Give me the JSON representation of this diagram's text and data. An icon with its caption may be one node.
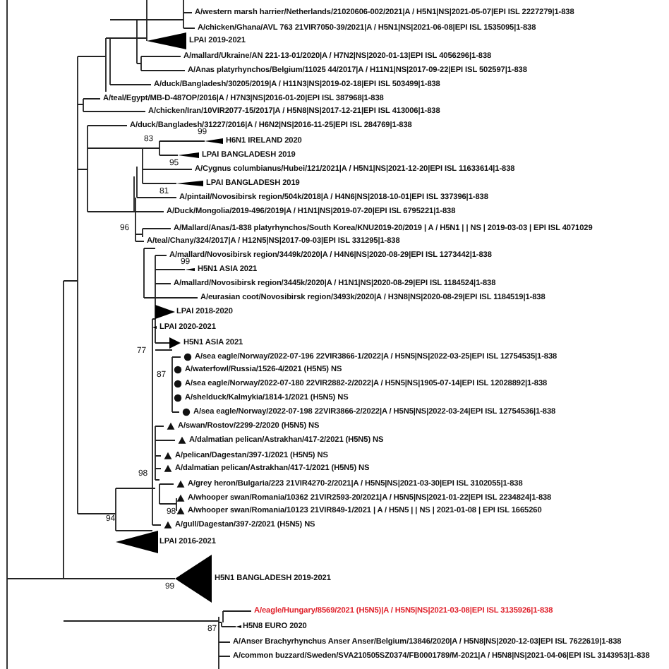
{
  "diagram": {
    "labels": [
      "A/western marsh harrier/Netherlands/21020606-002/2021|A / H5N1|NS|2021-05-07|EPI ISL 2227279|1-838",
      "A/chicken/Ghana/AVL 763 21VIR7050-39/2021|A / H5N1|NS|2021-06-08|EPI ISL 1535095|1-838",
      "LPAI 2019-2021",
      "A/mallard/Ukraine/AN 221-13-01/2020|A / H7N2|NS|2020-01-13|EPI ISL 4056296|1-838",
      "A/Anas platyrhynchos/Belgium/11025 44/2017|A / H11N1|NS|2017-09-22|EPI ISL 502597|1-838",
      "A/duck/Bangladesh/30205/2019|A / H11N3|NS|2019-02-18|EPI ISL 503499|1-838",
      "A/teal/Egypt/MB-D-487OP/2016|A / H7N3|NS|2016-01-20|EPI ISL 387968|1-838",
      "A/chicken/Iran/10VIR2077-15/2017|A / H5N8|NS|2017-12-21|EPI ISL 413006|1-838",
      "A/duck/Bangladesh/31227/2016|A / H6N2|NS|2016-11-25|EPI ISL 284769|1-838",
      "99",
      "H6N1 IRELAND 2020",
      "83",
      "LPAI BANGLADESH 2019",
      "95",
      "A/Cygnus columbianus/Hubei/121/2021|A / H5N1|NS|2021-12-20|EPI ISL 11633614|1-838",
      "LPAI BANGLADESH 2019",
      "81",
      "A/pintail/Novosibirsk region/504k/2018|A / H4N6|NS|2018-10-01|EPI ISL 337396|1-838",
      "A/Duck/Mongolia/2019-496/2019|A / H1N1|NS|2019-07-20|EPI ISL 6795221|1-838",
      "A/Mallard/Anas/1-838 platyrhynchos/South Korea/KNU2019-20/2019 | A / H5N1 | | NS | 2019-03-03 | EPI ISL 4071029",
      "96",
      "A/teal/Chany/324/2017|A / H12N5|NS|2017-09-03|EPI ISL 331295|1-838",
      "A/mallard/Novosibirsk region/3449k/2020|A / H4N6|NS|2020-08-29|EPI ISL 1273442|1-838",
      "99",
      "H5N1 ASIA 2021",
      "A/mallard/Novosibirsk region/3445k/2020|A / H1N1|NS|2020-08-29|EPI ISL 1184524|1-838",
      "A/eurasian coot/Novosibirsk region/3493k/2020|A / H3N8|NS|2020-08-29|EPI ISL 1184519|1-838",
      "LPAI 2018-2020",
      "LPAI 2020-2021",
      "H5N1 ASIA 2021",
      "77",
      "A/sea eagle/Norway/2022-07-196 22VIR3866-1/2022|A / H5N5|NS|2022-03-25|EPI ISL 12754535|1-838",
      "A/waterfowl/Russia/1526-4/2021 (H5N5) NS",
      "87",
      "A/sea eagle/Norway/2022-07-180 22VIR2882-2/2022|A / H5N5|NS|1905-07-14|EPI ISL 12028892|1-838",
      "A/shelduck/Kalmykia/1814-1/2021 (H5N5) NS",
      "A/sea eagle/Norway/2022-07-198 22VIR3866-2/2022|A / H5N5|NS|2022-03-24|EPI ISL 12754536|1-838",
      "A/swan/Rostov/2299-2/2020 (H5N5) NS",
      "A/dalmatian pelican/Astrakhan/417-2/2021 (H5N5) NS",
      "A/pelican/Dagestan/397-1/2021 (H5N5) NS",
      "A/dalmatian pelican/Astrakhan/417-1/2021 (H5N5) NS",
      "98",
      "A/grey heron/Bulgaria/223 21VIR4270-2/2021|A / H5N5|NS|2021-03-30|EPI ISL 3102055|1-838",
      "A/whooper swan/Romania/10362 21VIR2593-20/2021|A / H5N5|NS|2021-01-22|EPI ISL 2234824|1-838",
      "A/whooper swan/Romania/10123 21VIR849-1/2021 | A / H5N5 | | NS | 2021-01-08 | EPI ISL 1665260",
      "98",
      "94",
      "A/gull/Dagestan/397-2/2021 (H5N5) NS",
      "LPAI 2016-2021",
      "H5N1 BANGLADESH 2019-2021",
      "99",
      "A/eagle/Hungary/8569/2021 (H5N5)|A / H5N5|NS|2021-03-08|EPI ISL 3135926|1-838",
      "87",
      "H5N8 EURO 2020",
      "A/Anser Brachyrhynchus Anser Anser/Belgium/13846/2020|A / H5N8|NS|2020-12-03|EPI ISL 7622619|1-838",
      "A/common buzzard/Sweden/SVA210505SZ0374/FB0001789/M-2021|A / H5N8|NS|2021-04-06|EPI ISL 3143953|1-838"
    ]
  }
}
